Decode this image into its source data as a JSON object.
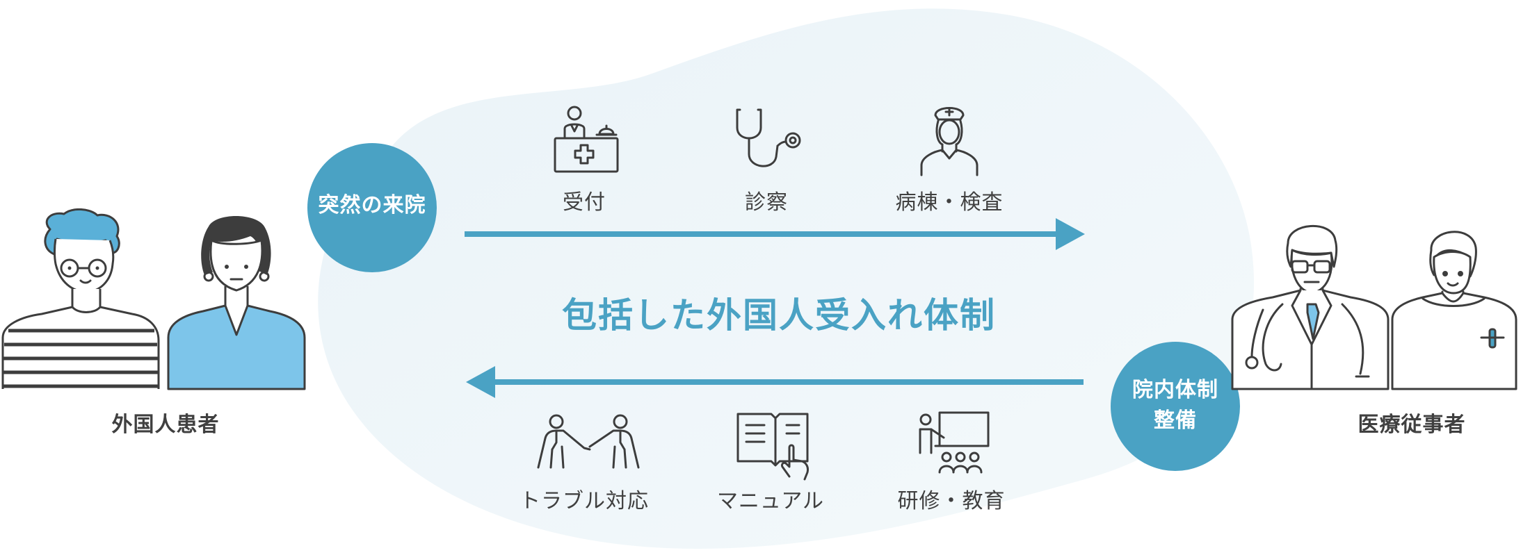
{
  "colors": {
    "accent": "#4aa2c4",
    "blob": "#eef5f9",
    "line": "#3d3d3d",
    "hair_blue": "#5ab0d8",
    "shirt_blue": "#7dc5ea"
  },
  "patients": {
    "label": "外国人患者"
  },
  "staff": {
    "label": "医療従事者"
  },
  "badges": {
    "arrival": "突然の来院",
    "system_line1": "院内体制",
    "system_line2": "整備"
  },
  "center_title": "包括した外国人受入れ体制",
  "top_items": [
    {
      "label": "受付",
      "icon": "reception-icon"
    },
    {
      "label": "診察",
      "icon": "stethoscope-icon"
    },
    {
      "label": "病棟・検査",
      "icon": "nurse-icon"
    }
  ],
  "bottom_items": [
    {
      "label": "トラブル対応",
      "icon": "handshake-icon"
    },
    {
      "label": "マニュアル",
      "icon": "manual-icon"
    },
    {
      "label": "研修・教育",
      "icon": "training-icon"
    }
  ]
}
